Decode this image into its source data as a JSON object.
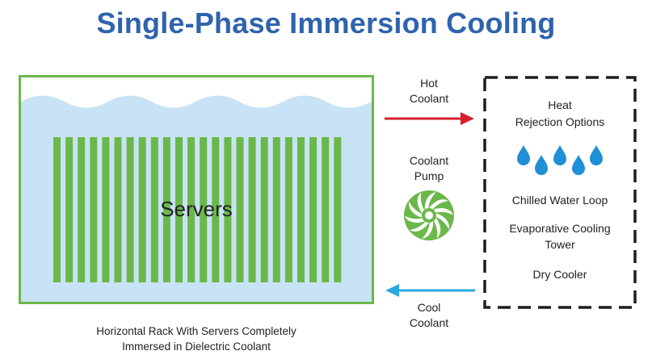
{
  "title": "Single-Phase Immersion Cooling",
  "tank": {
    "servers_label": "Servers",
    "caption_line1": "Horizontal Rack With Servers Completely",
    "caption_line2": "Immersed in Dielectric Coolant"
  },
  "flow": {
    "hot_line1": "Hot",
    "hot_line2": "Coolant",
    "pump_line1": "Coolant",
    "pump_line2": "Pump",
    "cool_line1": "Cool",
    "cool_line2": "Coolant"
  },
  "heat_rejection": {
    "title_line1": "Heat",
    "title_line2": "Rejection Options",
    "option1": "Chilled Water Loop",
    "option2_line1": "Evaporative Cooling",
    "option2_line2": "Tower",
    "option3": "Dry Cooler"
  },
  "icons": {
    "pump": "fan-icon",
    "water": "water-drops-icon"
  },
  "colors": {
    "title": "#2f63ad",
    "tank_border": "#6bb84a",
    "server_blade": "#6bb84a",
    "coolant": "#c8e3f5",
    "hot_arrow": "#d6202b",
    "cool_arrow": "#2aa8e0",
    "water_drop": "#1f8fd6",
    "pump": "#6bb84a"
  }
}
